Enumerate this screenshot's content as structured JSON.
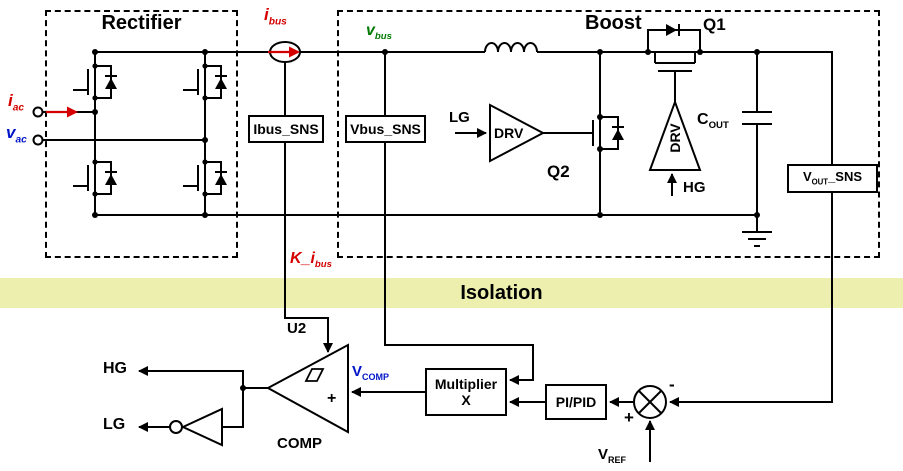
{
  "colors": {
    "accent_red": "#d40000",
    "accent_blue": "#0014c8",
    "accent_green": "#007a00",
    "isolation_band": "#ecefad",
    "wire": "#000000"
  },
  "sections": {
    "rectifier": {
      "title": "Rectifier"
    },
    "boost": {
      "title": "Boost"
    },
    "isolation": {
      "title": "Isolation"
    }
  },
  "signals": {
    "iac": {
      "base": "i",
      "sub": "ac"
    },
    "vac": {
      "base": "v",
      "sub": "ac"
    },
    "ibus": {
      "base": "i",
      "sub": "bus"
    },
    "vbus": {
      "base": "v",
      "sub": "bus"
    },
    "kibus": {
      "base": "K_i",
      "sub": "bus"
    },
    "vcomp": {
      "base": "V",
      "sub": "COMP"
    },
    "vref": {
      "base": "V",
      "sub": "REF"
    },
    "cout": {
      "base": "C",
      "sub": "OUT"
    }
  },
  "components": {
    "ibus_sns": {
      "label": "Ibus_SNS"
    },
    "vbus_sns": {
      "label": "Vbus_SNS"
    },
    "vout_sns": {
      "base": "V",
      "sub": "OUT",
      "rest": "_SNS"
    },
    "multiplier": {
      "line1": "Multiplier",
      "line2": "X"
    },
    "pi_pid": {
      "label": "PI/PID"
    },
    "comparator": {
      "ref": "U2",
      "name": "COMP",
      "plus": "+"
    },
    "summer": {
      "minus": "-",
      "plus": "+"
    },
    "drv_low": {
      "label": "DRV",
      "input": "LG"
    },
    "drv_high": {
      "label": "DRV",
      "input": "HG"
    },
    "q1": {
      "label": "Q1"
    },
    "q2": {
      "label": "Q2"
    }
  },
  "outputs": {
    "hg": "HG",
    "lg": "LG"
  }
}
